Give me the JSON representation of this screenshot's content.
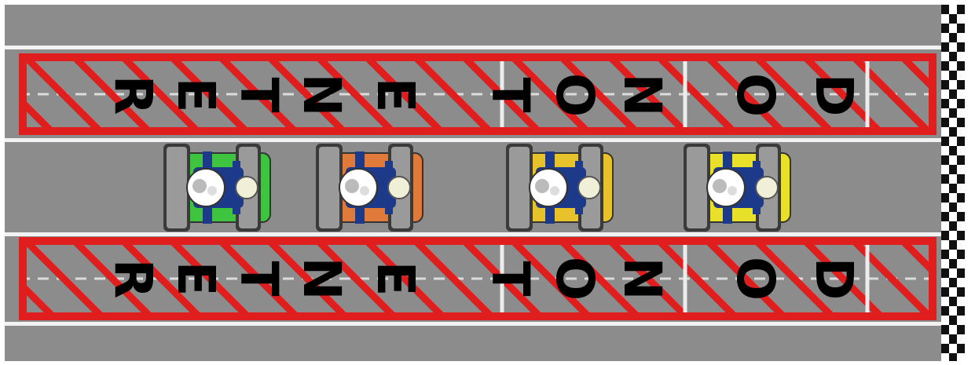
{
  "scene": {
    "banner_text": "DO NOT ENTER",
    "banner_letters": [
      "D",
      "O",
      "N",
      "O",
      "T",
      "E",
      "N",
      "T",
      "E",
      "R"
    ],
    "zones": [
      {
        "name": "upper-no-entry-zone"
      },
      {
        "name": "lower-no-entry-zone"
      }
    ],
    "karts": [
      {
        "name": "green-kart",
        "color": "#3ec43e"
      },
      {
        "name": "orange-kart",
        "color": "#e07a3a"
      },
      {
        "name": "gold-kart",
        "color": "#e8c22a"
      },
      {
        "name": "yellow-kart",
        "color": "#e9e02a"
      }
    ],
    "colors": {
      "track": "#8c8c8c",
      "stripe_red": "#e01e1e",
      "finish_black": "#111111",
      "finish_white": "#ffffff"
    }
  }
}
